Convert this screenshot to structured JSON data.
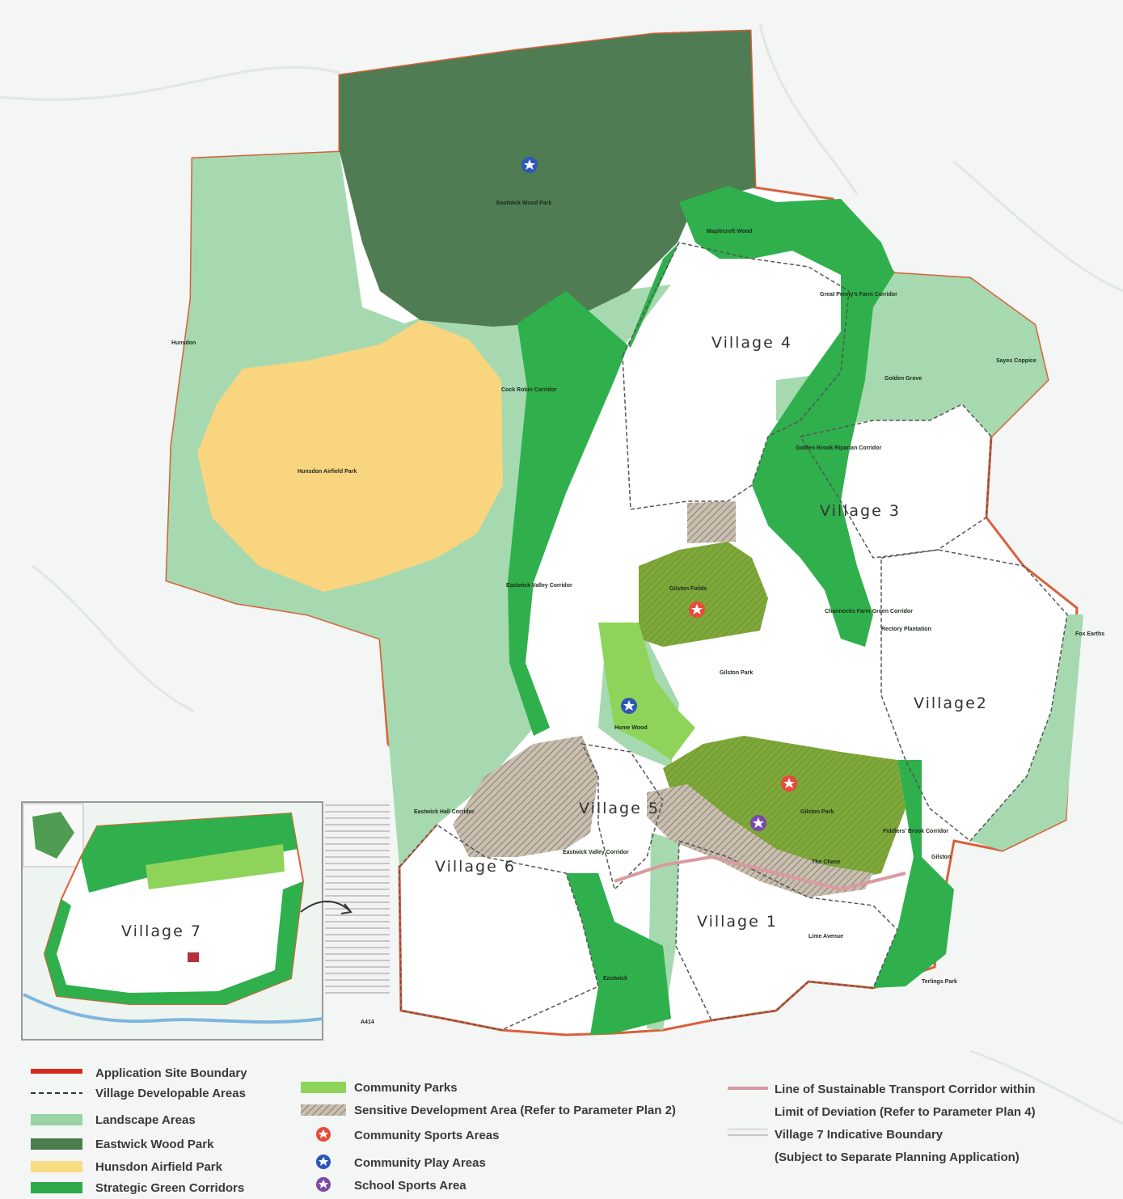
{
  "villages": {
    "v1": "Village 1",
    "v2": "Village2",
    "v3": "Village 3",
    "v4": "Village 4",
    "v5": "Village 5",
    "v6": "Village 6",
    "v7": "Village 7"
  },
  "places": {
    "eastwick_wood_park": "Eastwick Wood Park",
    "hunsdon_airfield_park": "Hunsdon Airfield Park",
    "hunsdon": "Hunsdon",
    "maplecroft_wood": "Maplecroft Wood",
    "great_pennys": "Great Penny's Farm Corridor",
    "golden_grove": "Golden Grove",
    "sayes_coppice": "Sayes Coppice",
    "cock_robin": "Cock Robin Corridor",
    "golden_brook": "Golden Brook Riparian Corridor",
    "eastwick_valley": "Eastwick Valley Corridor",
    "gilston_fields": "Gilston Fields",
    "channocks": "Channocks Farm Green Corridor",
    "rectory": "Rectory Plantation",
    "fox_earths": "Fox Earths",
    "gilston_park_n": "Gilston Park",
    "home_wood": "Home Wood",
    "gilston_park_s": "Gilston Park",
    "the_chase": "The Chase",
    "fiddlers": "Fiddlers' Brook Corridor",
    "gilston": "Gilston",
    "eastwick_hall": "Eastwick Hall Corridor",
    "eastwick_valley2": "Eastwick Valley Corridor",
    "lime_avenue": "Lime Avenue",
    "eastwick": "Eastwick",
    "terlings": "Terlings Park",
    "a414": "A414"
  },
  "legend": [
    {
      "label": "Application Site Boundary",
      "color": "#d42a20",
      "style": "line"
    },
    {
      "label": "Village Developable Areas",
      "color": "#333333",
      "style": "dash"
    },
    {
      "label": "Landscape Areas",
      "color": "#9bd3a6",
      "style": "fill"
    },
    {
      "label": "Eastwick Wood Park",
      "color": "#4a7c4c",
      "style": "fill"
    },
    {
      "label": "Hunsdon Airfield Park",
      "color": "#fadc84",
      "style": "fill"
    },
    {
      "label": "Strategic Green Corridors",
      "color": "#2eaa4a",
      "style": "fill"
    },
    {
      "label": "Community Parks",
      "color": "#8fd45a",
      "style": "fill"
    },
    {
      "label": "Sensitive Development Area (Refer to Parameter Plan 2)",
      "color": "#b2a08a",
      "style": "hatch"
    },
    {
      "label": "Community Sports Areas",
      "color": "#e84a3a",
      "style": "star"
    },
    {
      "label": "Community Play Areas",
      "color": "#2d57b8",
      "style": "star"
    },
    {
      "label": "School Sports Area",
      "color": "#7a4aa8",
      "style": "star"
    },
    {
      "label": "Line of Sustainable Transport Corridor within",
      "color": "#d99aa0",
      "style": "line"
    },
    {
      "label": "Limit of Deviation (Refer to Parameter Plan 4)",
      "color": "",
      "style": "none"
    },
    {
      "label": "Village 7 Indicative Boundary",
      "color": "#cfcfcf",
      "style": "hatch"
    },
    {
      "label": "(Subject to Separate Planning Application)",
      "color": "",
      "style": "none"
    }
  ]
}
